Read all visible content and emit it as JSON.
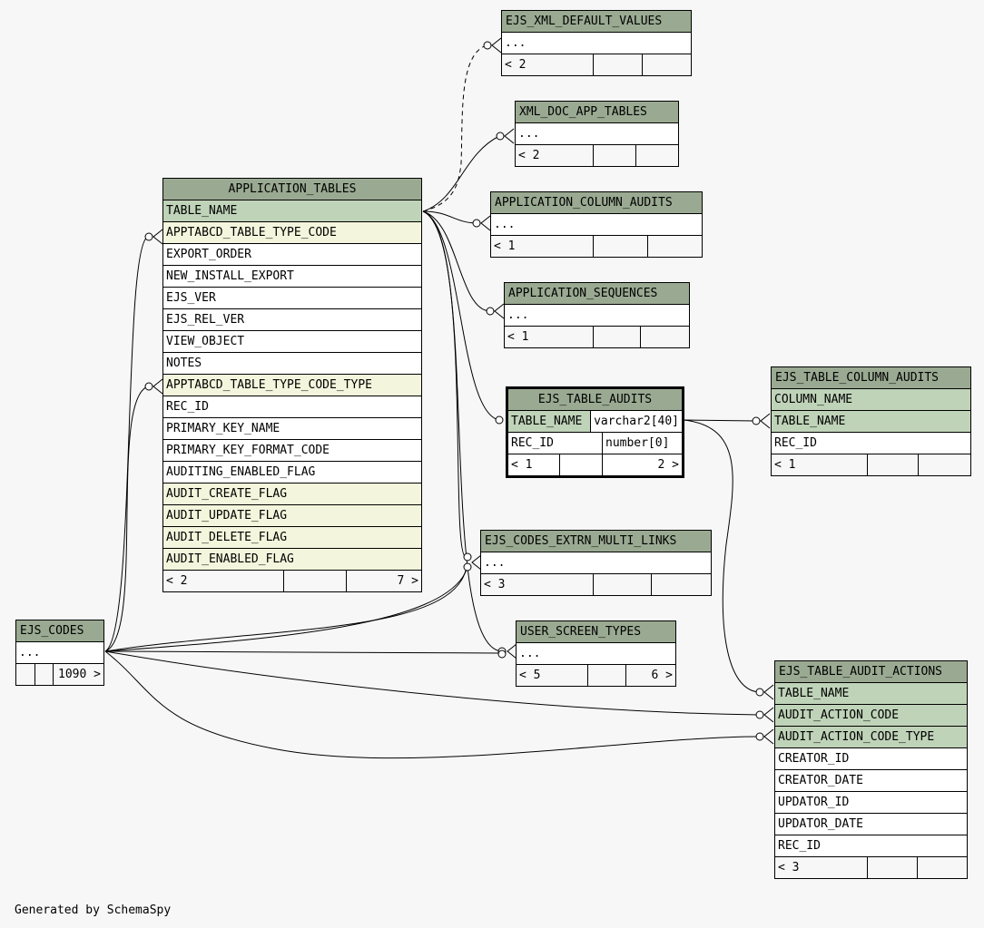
{
  "tables": {
    "ejs_xml_default_values": {
      "name": "EJS_XML_DEFAULT_VALUES",
      "rows": [
        "..."
      ],
      "footer": [
        "< 2",
        "",
        ""
      ]
    },
    "xml_doc_app_tables": {
      "name": "XML_DOC_APP_TABLES",
      "rows": [
        "..."
      ],
      "footer": [
        "< 2",
        "",
        ""
      ]
    },
    "application_column_audits": {
      "name": "APPLICATION_COLUMN_AUDITS",
      "rows": [
        "..."
      ],
      "footer": [
        "< 1",
        "",
        ""
      ]
    },
    "application_sequences": {
      "name": "APPLICATION_SEQUENCES",
      "rows": [
        "..."
      ],
      "footer": [
        "< 1",
        "",
        ""
      ]
    },
    "application_tables": {
      "name": "APPLICATION_TABLES",
      "rows": [
        "TABLE_NAME",
        "APPTABCD_TABLE_TYPE_CODE",
        "EXPORT_ORDER",
        "NEW_INSTALL_EXPORT",
        "EJS_VER",
        "EJS_REL_VER",
        "VIEW_OBJECT",
        "NOTES",
        "APPTABCD_TABLE_TYPE_CODE_TYPE",
        "REC_ID",
        "PRIMARY_KEY_NAME",
        "PRIMARY_KEY_FORMAT_CODE",
        "AUDITING_ENABLED_FLAG",
        "AUDIT_CREATE_FLAG",
        "AUDIT_UPDATE_FLAG",
        "AUDIT_DELETE_FLAG",
        "AUDIT_ENABLED_FLAG"
      ],
      "footer": [
        "< 2",
        "",
        "7 >"
      ]
    },
    "ejs_table_audits": {
      "name": "EJS_TABLE_AUDITS",
      "rows": [
        {
          "col": "TABLE_NAME",
          "type": "varchar2[40]"
        },
        {
          "col": "REC_ID",
          "type": "number[0]"
        }
      ],
      "footer": [
        "< 1",
        "",
        "2 >"
      ]
    },
    "ejs_table_column_audits": {
      "name": "EJS_TABLE_COLUMN_AUDITS",
      "rows": [
        "COLUMN_NAME",
        "TABLE_NAME",
        "REC_ID"
      ],
      "footer": [
        "< 1",
        "",
        ""
      ]
    },
    "ejs_codes_extrn_multi_links": {
      "name": "EJS_CODES_EXTRN_MULTI_LINKS",
      "rows": [
        "..."
      ],
      "footer": [
        "< 3",
        "",
        ""
      ]
    },
    "ejs_codes": {
      "name": "EJS_CODES",
      "rows": [
        "..."
      ],
      "footer": [
        "",
        "",
        "1090 >"
      ]
    },
    "user_screen_types": {
      "name": "USER_SCREEN_TYPES",
      "rows": [
        "..."
      ],
      "footer": [
        "< 5",
        "",
        "6 >"
      ]
    },
    "ejs_table_audit_actions": {
      "name": "EJS_TABLE_AUDIT_ACTIONS",
      "rows": [
        "TABLE_NAME",
        "AUDIT_ACTION_CODE",
        "AUDIT_ACTION_CODE_TYPE",
        "CREATOR_ID",
        "CREATOR_DATE",
        "UPDATOR_ID",
        "UPDATOR_DATE",
        "REC_ID"
      ],
      "footer": [
        "< 3",
        "",
        ""
      ]
    }
  },
  "footer_text": "Generated by SchemaSpy"
}
